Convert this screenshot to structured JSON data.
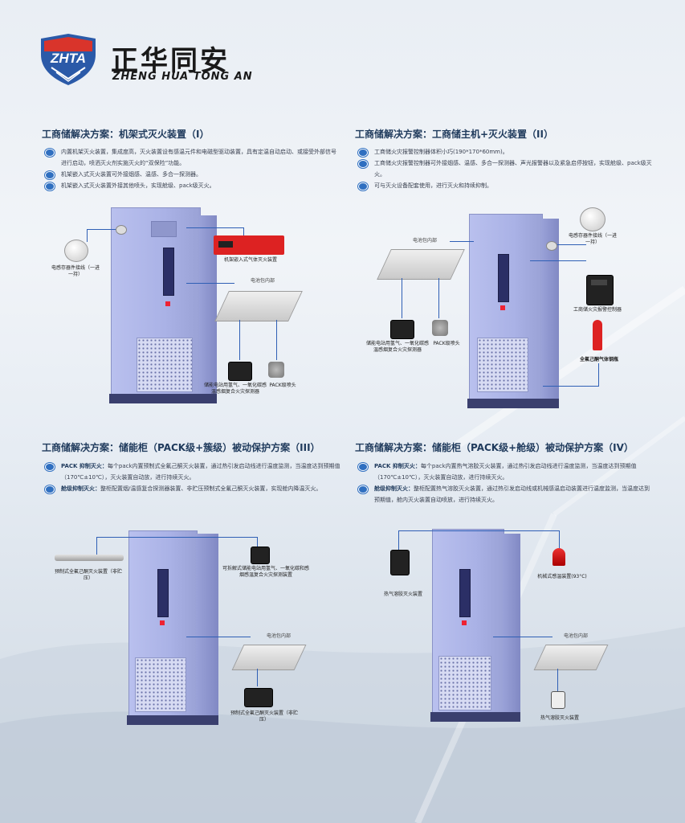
{
  "brand": {
    "cn": "正华同安",
    "en": "ZHENG HUA TONG AN",
    "abbr": "ZHTA"
  },
  "sections": [
    {
      "title": "工商储解决方案：机架式灭火装置（I）",
      "bullets": [
        "内置机架灭火装置，集成度高，灭火装置设有感温元件和电磁型驱动装置，具有定温自动启动、或接受外部信号进行启动，喷洒灭火剂实施灭火的“双保险”功能。",
        "机架嵌入式灭火装置可外接烟感、温感、多合一探测器。",
        "机架嵌入式灭火装置外接其他喷头，实现舱级、pack级灭火。"
      ],
      "labels": {
        "detector": "电感存器件接线（一进一持）",
        "rack_device": "机架嵌入式气体灭火装置",
        "pack_inner": "电池包内部",
        "composite": "储能电站用氢气、一氧化碳感温感烟复合火灾探测器",
        "nozzle": "PACK级喷头"
      }
    },
    {
      "title": "工商储解决方案：工商储主机+灭火装置（II）",
      "bullets": [
        "工商储火灾报警控制器体积小巧(190*170*60mm)。",
        "工商储火灾报警控制器可外接烟感、温感、多合一探测器、声光报警器以及紧急启停按钮，实现舱级、pack级灭火。",
        "可与灭火设备配套使用，进行灭火和持续抑制。"
      ],
      "labels": {
        "pack_inner": "电池包内部",
        "detector": "电感存器件接线（一进一持）",
        "composite": "储能电站用氢气、一氧化碳感温感烟复合火灾探测器",
        "nozzle": "PACK级喷头",
        "controller": "工商储火灾报警控制器",
        "cylinder": "全氟己酮气体钢瓶"
      }
    },
    {
      "title": "工商储解决方案：储能柜（PACK级+簇级）被动保护方案（III）",
      "bullets": [
        {
          "head": "PACK 抑制灭火：",
          "text": "每个pack内置预制式全氟己酮灭火装置，通过热引发启动线进行温度监测，当温度达到预期值（170℃±10℃），灭火装置自动放，进行持续灭火。"
        },
        {
          "head": "舱级抑制灭火：",
          "text": "整柜配置烟/温感复合探测器装置、非贮压预制式全氟己酮灭火装置，实现舱内降温灭火。"
        }
      ],
      "labels": {
        "tube_device": "预制式全氟己酮灭火装置（非贮压）",
        "composite": "可拆解式储能电站用氢气、一氧化碳和感烟感温复合火灾探测装置",
        "pack_inner": "电池包内部",
        "bottom_device": "预制式全氟己酮灭火装置（非贮压）"
      }
    },
    {
      "title": "工商储解决方案：储能柜（PACK级+舱级）被动保护方案（IV）",
      "bullets": [
        {
          "head": "PACK 抑制灭火：",
          "text": "每个pack内置热气溶胶灭火装置，通过热引发启动线进行温度监测，当温度达到预期值（170℃±10℃），灭火装置自动放，进行持续灭火。"
        },
        {
          "head": "舱级抑制灭火：",
          "text": "整柜配置热气溶胶灭火装置，通过热引发启动线或机械感温启动装置进行温度监测，当温度达到预期值，舱内灭火装置自动喷放，进行持续灭火。"
        }
      ],
      "labels": {
        "aerosol_top": "热气溶胶灭火装置",
        "mech_start": "机械式感温装置(93°C)",
        "pack_inner": "电池包内部",
        "aerosol_bottom": "热气溶胶灭火装置"
      }
    }
  ],
  "colors": {
    "accent": "#1f3a5c",
    "bullet": "#2f6fc0",
    "line": "#2f5fb5",
    "logo_red": "#d9342b",
    "logo_blue": "#2b5aa8"
  }
}
